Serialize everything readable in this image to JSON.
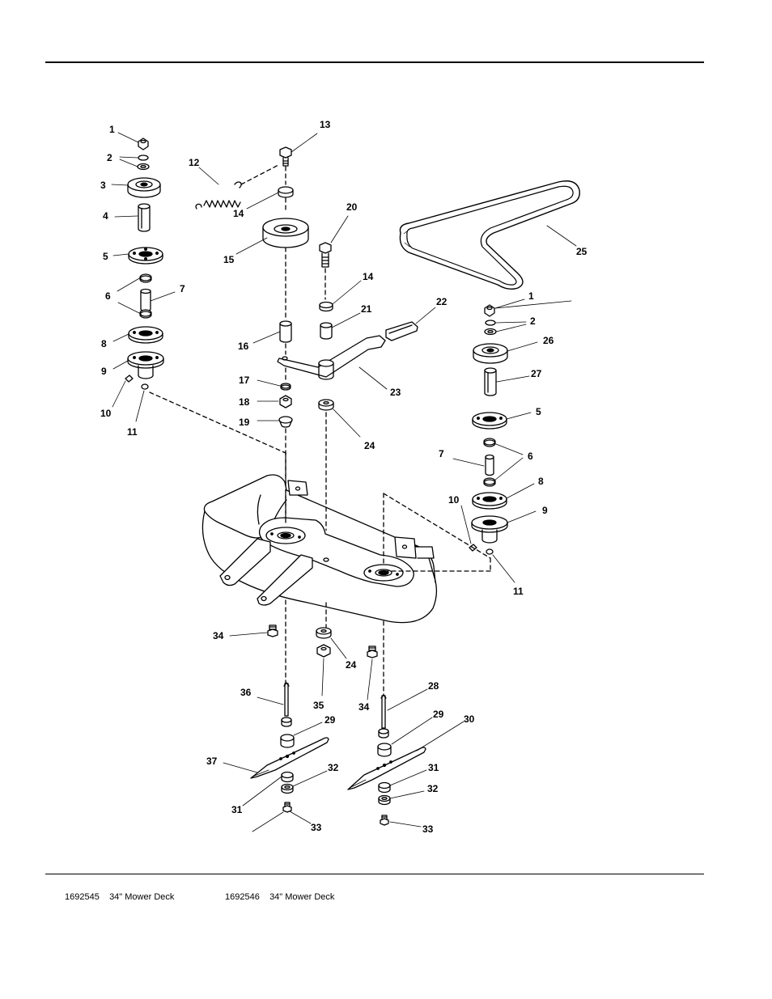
{
  "footer": {
    "left_model": "1692545",
    "left_desc": "34\" Mower Deck",
    "right_model": "1692546",
    "right_desc": "34\" Mower Deck"
  },
  "callouts": [
    {
      "id": "c1a",
      "text": "1"
    },
    {
      "id": "c2a",
      "text": "2"
    },
    {
      "id": "c3",
      "text": "3"
    },
    {
      "id": "c4",
      "text": "4"
    },
    {
      "id": "c5a",
      "text": "5"
    },
    {
      "id": "c6a",
      "text": "6"
    },
    {
      "id": "c7a",
      "text": "7"
    },
    {
      "id": "c8a",
      "text": "8"
    },
    {
      "id": "c9a",
      "text": "9"
    },
    {
      "id": "c10a",
      "text": "10"
    },
    {
      "id": "c11a",
      "text": "11"
    },
    {
      "id": "c12",
      "text": "12"
    },
    {
      "id": "c13",
      "text": "13"
    },
    {
      "id": "c14a",
      "text": "14"
    },
    {
      "id": "c15",
      "text": "15"
    },
    {
      "id": "c20",
      "text": "20"
    },
    {
      "id": "c14b",
      "text": "14"
    },
    {
      "id": "c21",
      "text": "21"
    },
    {
      "id": "c22",
      "text": "22"
    },
    {
      "id": "c16",
      "text": "16"
    },
    {
      "id": "c23",
      "text": "23"
    },
    {
      "id": "c17",
      "text": "17"
    },
    {
      "id": "c18",
      "text": "18"
    },
    {
      "id": "c19",
      "text": "19"
    },
    {
      "id": "c24a",
      "text": "24"
    },
    {
      "id": "c25",
      "text": "25"
    },
    {
      "id": "c1b",
      "text": "1"
    },
    {
      "id": "c2b",
      "text": "2"
    },
    {
      "id": "c26",
      "text": "26"
    },
    {
      "id": "c27",
      "text": "27"
    },
    {
      "id": "c5b",
      "text": "5"
    },
    {
      "id": "c6b",
      "text": "6"
    },
    {
      "id": "c7b",
      "text": "7"
    },
    {
      "id": "c8b",
      "text": "8"
    },
    {
      "id": "c10b",
      "text": "10"
    },
    {
      "id": "c9b",
      "text": "9"
    },
    {
      "id": "c11b",
      "text": "11"
    },
    {
      "id": "c34a",
      "text": "34"
    },
    {
      "id": "c24b",
      "text": "24"
    },
    {
      "id": "c35",
      "text": "35"
    },
    {
      "id": "c34b",
      "text": "34"
    },
    {
      "id": "c36",
      "text": "36"
    },
    {
      "id": "c28",
      "text": "28"
    },
    {
      "id": "c29a",
      "text": "29"
    },
    {
      "id": "c29b",
      "text": "29"
    },
    {
      "id": "c30",
      "text": "30"
    },
    {
      "id": "c37",
      "text": "37"
    },
    {
      "id": "c32a",
      "text": "32"
    },
    {
      "id": "c31a",
      "text": "31"
    },
    {
      "id": "c31b",
      "text": "31"
    },
    {
      "id": "c32b",
      "text": "32"
    },
    {
      "id": "c33a",
      "text": "33"
    },
    {
      "id": "c33b",
      "text": "33"
    }
  ]
}
